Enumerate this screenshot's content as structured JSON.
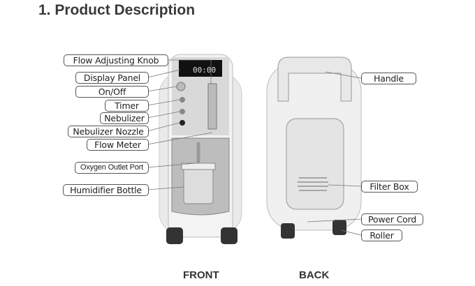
{
  "title": "1. Product Description",
  "front": {
    "caption": "FRONT",
    "display_readout": "00:00",
    "labels": [
      "Flow Adjusting Knob",
      "Display Panel",
      "On/Off",
      "Timer",
      "Nebulizer",
      "Nebulizer Nozzle",
      "Flow Meter",
      "Oxygen Outlet Port",
      "Humidifier Bottle"
    ]
  },
  "back": {
    "caption": "BACK",
    "labels": [
      "Handle",
      "Filter Box",
      "Power Cord",
      "Roller"
    ]
  }
}
